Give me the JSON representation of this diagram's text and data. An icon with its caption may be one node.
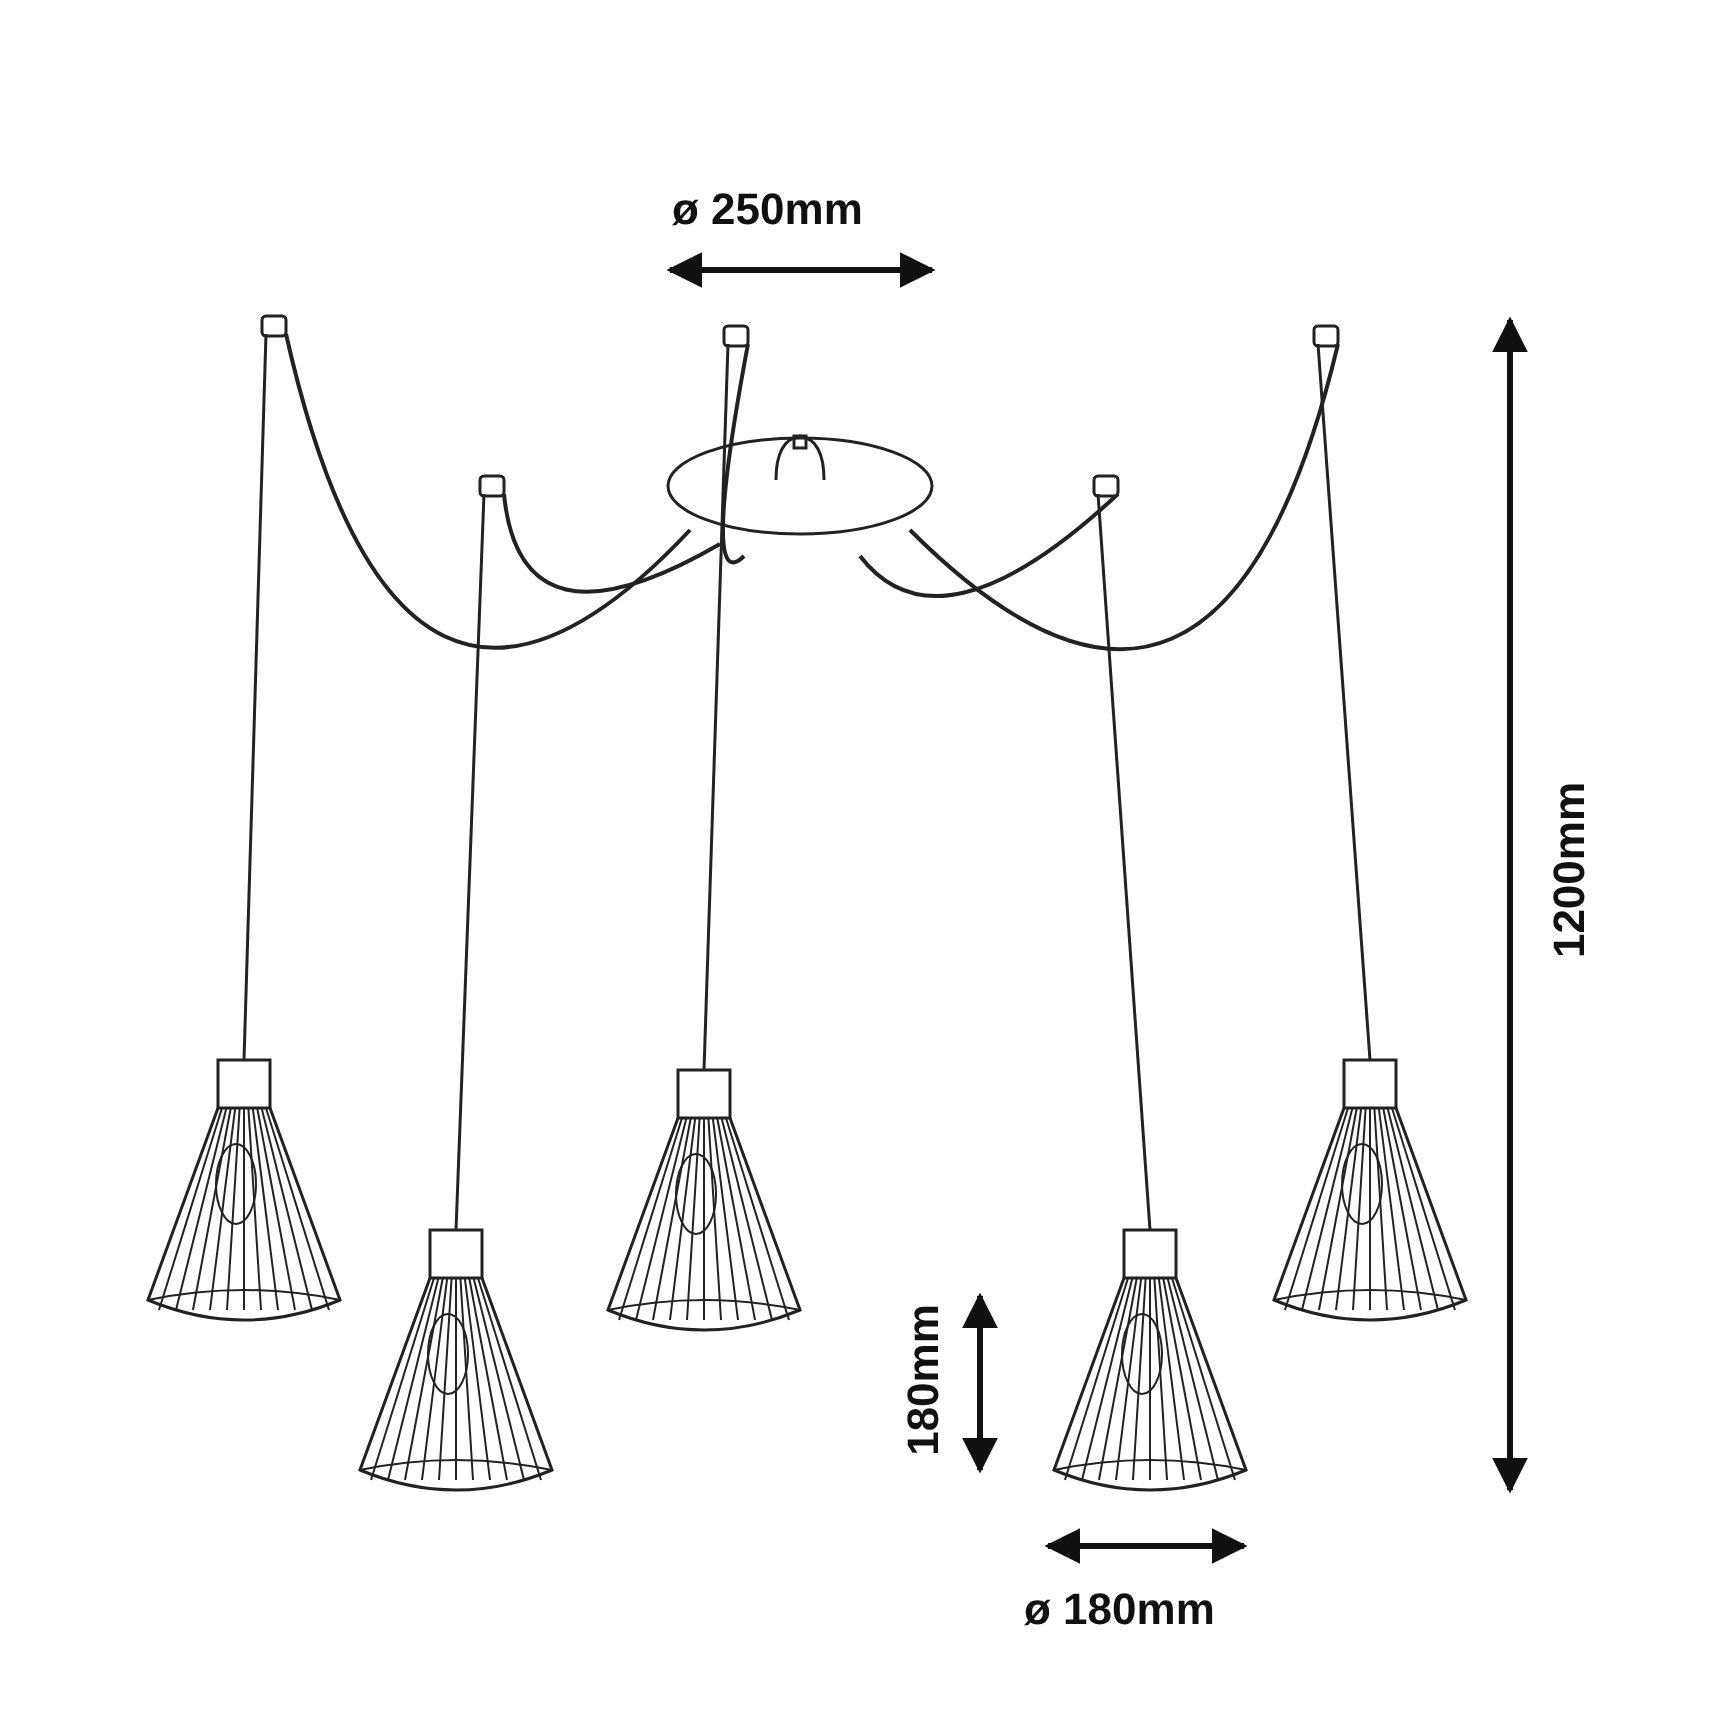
{
  "diagram": {
    "labels": [
      "ø 250mm",
      "1200mm",
      "180mm",
      "ø 180mm"
    ]
  }
}
